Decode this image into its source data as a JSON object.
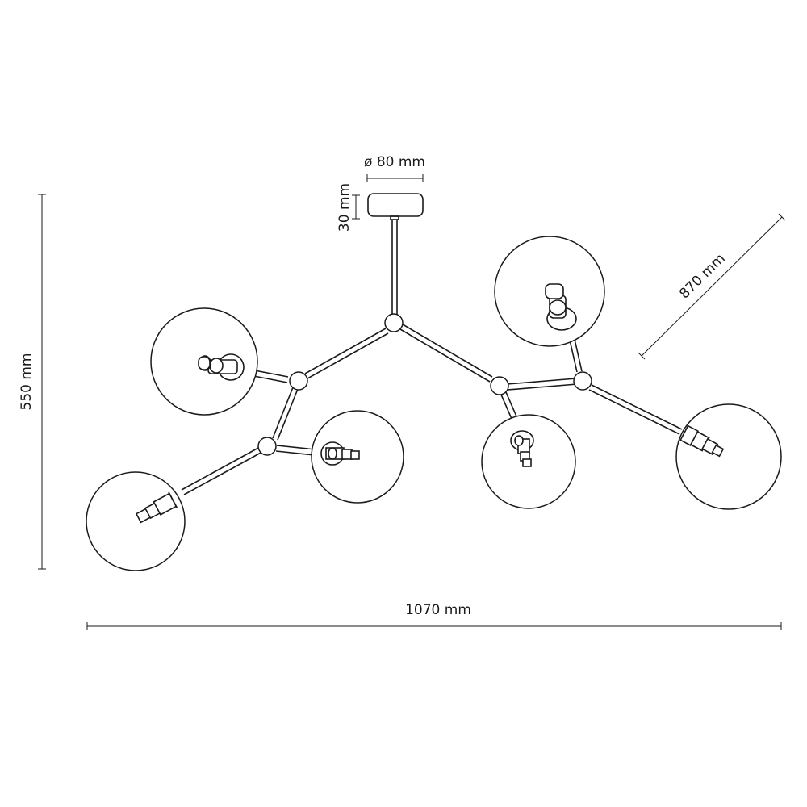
{
  "dimensions": {
    "canopy_diameter": "ø 80 mm",
    "canopy_height": "30 mm",
    "total_height": "550 mm",
    "total_width": "1070 mm",
    "diagonal": "870 mm"
  },
  "colors": {
    "line": "#1a1a1a",
    "background": "#ffffff"
  }
}
